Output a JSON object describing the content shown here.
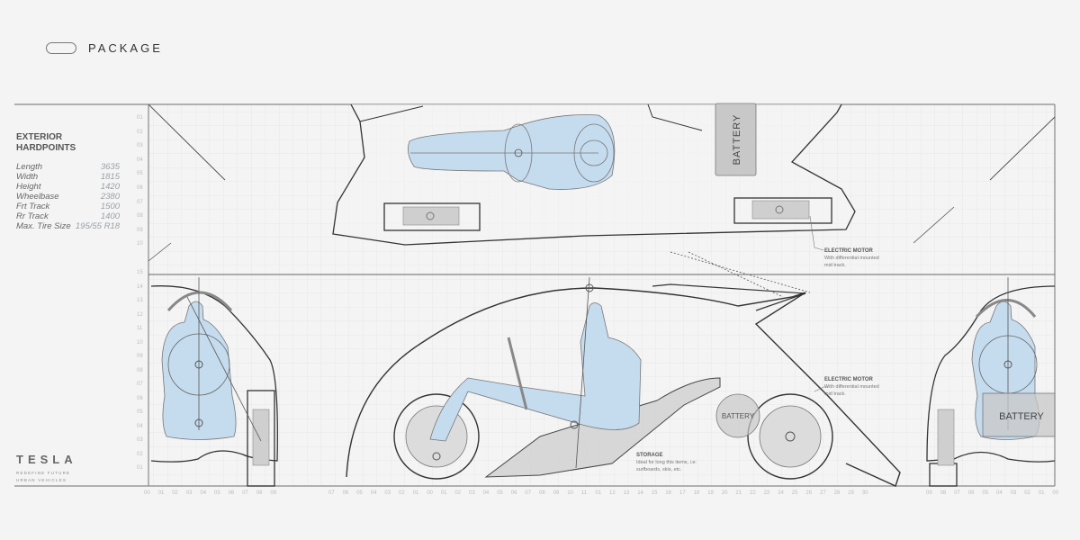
{
  "header": {
    "title": "PACKAGE",
    "pill_icon": "pill-shape-icon"
  },
  "specs": {
    "heading_line1": "EXTERIOR",
    "heading_line2": "HARDPOINTS",
    "rows": [
      {
        "label": "Length",
        "value": "3635"
      },
      {
        "label": "Width",
        "value": "1815"
      },
      {
        "label": "Height",
        "value": "1420"
      },
      {
        "label": "Wheelbase",
        "value": "2380"
      },
      {
        "label": "Frt Track",
        "value": "1500"
      },
      {
        "label": "Rr Track",
        "value": "1400"
      },
      {
        "label": "Max. Tire Size",
        "value": "195/55 R18"
      }
    ]
  },
  "brand": {
    "logo": "TESLA",
    "tagline_line1": "REDEFINE FUTURE",
    "tagline_line2": "URBAN VEHICLES"
  },
  "annotations": {
    "motor_top": {
      "title": "ELECTRIC MOTOR",
      "line1": "With differential mounted",
      "line2": "mid track."
    },
    "motor_side": {
      "title": "ELECTRIC MOTOR",
      "line1": "With differential mounted",
      "line2": "mid track."
    },
    "storage": {
      "title": "STORAGE",
      "line1": "Ideal for long this items, i.e:",
      "line2": "surfboards, skis, etc."
    },
    "battery_top": "BATTERY",
    "battery_side": "BATTERY",
    "battery_rear": "BATTERY"
  },
  "axes": {
    "top_y": [
      "01",
      "02",
      "03",
      "04",
      "05",
      "06",
      "07",
      "08",
      "09",
      "10"
    ],
    "side_y": [
      "15",
      "14",
      "13",
      "12",
      "11",
      "10",
      "09",
      "08",
      "07",
      "06",
      "05",
      "04",
      "03",
      "02",
      "01"
    ],
    "front_x": [
      "00",
      "01",
      "02",
      "03",
      "04",
      "05",
      "06",
      "07",
      "08",
      "09"
    ],
    "side_x": [
      "07",
      "06",
      "05",
      "04",
      "03",
      "02",
      "01",
      "00",
      "01",
      "02",
      "03",
      "04",
      "05",
      "06",
      "07",
      "08",
      "09",
      "10",
      "11",
      "01",
      "12",
      "13",
      "14",
      "15",
      "16",
      "17",
      "18",
      "19",
      "20",
      "21",
      "22",
      "23",
      "24",
      "25",
      "26",
      "27",
      "28",
      "29",
      "30"
    ],
    "rear_x": [
      "09",
      "08",
      "07",
      "06",
      "05",
      "04",
      "03",
      "02",
      "01",
      "00"
    ]
  },
  "colors": {
    "occupant": "#c5dbee",
    "battery": "#c8c8c8",
    "line": "#444444",
    "grid": "#dcdcdc"
  }
}
